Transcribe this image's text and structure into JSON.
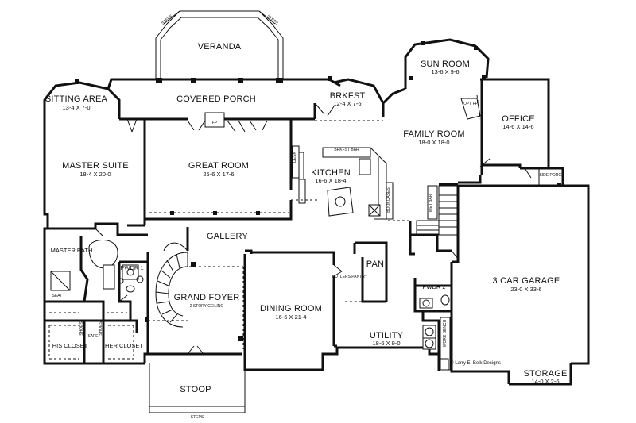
{
  "plan": {
    "rooms": [
      {
        "id": "veranda",
        "name": "VERANDA",
        "dims": ""
      },
      {
        "id": "covered-porch",
        "name": "COVERED PORCH",
        "dims": ""
      },
      {
        "id": "sitting-area",
        "name": "SITTING AREA",
        "dims": "13-4 X 7-0"
      },
      {
        "id": "master-suite",
        "name": "MASTER SUITE",
        "dims": "18-4 X 20-0"
      },
      {
        "id": "great-room",
        "name": "GREAT ROOM",
        "dims": "25-6 X 17-6"
      },
      {
        "id": "brkfst",
        "name": "BRKFST",
        "dims": "12-4 X 7-6"
      },
      {
        "id": "sun-room",
        "name": "SUN ROOM",
        "dims": "13-6 X 9-6"
      },
      {
        "id": "office",
        "name": "OFFICE",
        "dims": "14-6 X 14-6"
      },
      {
        "id": "family-room",
        "name": "FAMILY ROOM",
        "dims": "18-0 X 18-0"
      },
      {
        "id": "kitchen",
        "name": "KITCHEN",
        "dims": "16-6 X 18-4"
      },
      {
        "id": "gallery",
        "name": "GALLERY",
        "dims": ""
      },
      {
        "id": "master-bath",
        "name": "MASTER BATH",
        "dims": ""
      },
      {
        "id": "pwdr-1",
        "name": "PWDR 1",
        "dims": ""
      },
      {
        "id": "grand-foyer",
        "name": "GRAND FOYER",
        "dims": "2 STORY CEILING"
      },
      {
        "id": "dining-room",
        "name": "DINING ROOM",
        "dims": "16-6 X 21-4"
      },
      {
        "id": "pan",
        "name": "PAN",
        "dims": ""
      },
      {
        "id": "pwdr-2",
        "name": "PWDR 2",
        "dims": ""
      },
      {
        "id": "garage",
        "name": "3 CAR GARAGE",
        "dims": "23-0 X 33-6"
      },
      {
        "id": "utility",
        "name": "UTILITY",
        "dims": "18-6 X 9-0"
      },
      {
        "id": "storage",
        "name": "STORAGE",
        "dims": "14-0 X 2-6"
      },
      {
        "id": "stoop",
        "name": "STOOP",
        "dims": ""
      },
      {
        "id": "his-closet",
        "name": "HIS CLOSET",
        "dims": ""
      },
      {
        "id": "her-closet",
        "name": "HER CLOSET",
        "dims": ""
      },
      {
        "id": "side-porch",
        "name": "SIDE PORCH",
        "dims": ""
      }
    ],
    "small_labels": {
      "steps_left": "STEPS",
      "steps_right": "STEPS",
      "steps_bottom": "STEPS",
      "fp": "FP",
      "opt_fp": "OPT FP",
      "desk": "DESK",
      "brkfst_bar": "BRKFST BAR",
      "bookcases": "BOOKCASES",
      "wet_bar": "WET BAR",
      "butlers_pantry": "BUTLERS PANTRY",
      "work_bench": "WORK BENCH",
      "seat": "SEAT",
      "shoes_left": "SHOES",
      "shoes_right": "SHOES",
      "safe": "SAFE",
      "copyright": "© Larry E. Belk Designs"
    }
  }
}
